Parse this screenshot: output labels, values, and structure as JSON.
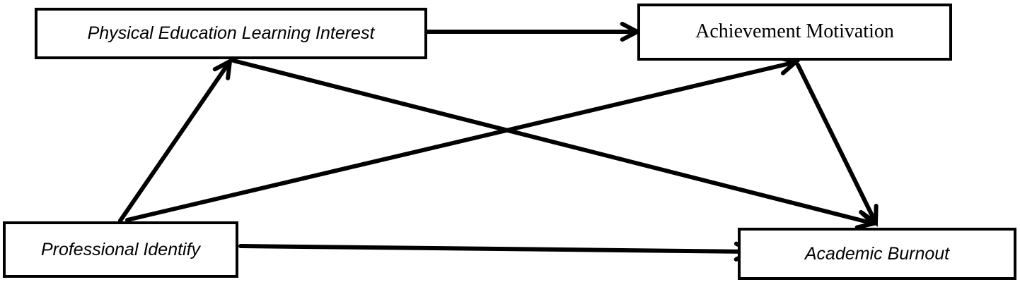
{
  "diagram": {
    "nodes": {
      "pe": {
        "label": "Physical Education Learning Interest"
      },
      "am": {
        "label": "Achievement Motivation"
      },
      "pi": {
        "label": "Professional Identify"
      },
      "ab": {
        "label": "Academic Burnout"
      }
    },
    "edges": [
      {
        "from": "pe",
        "to": "am"
      },
      {
        "from": "pi",
        "to": "pe"
      },
      {
        "from": "pi",
        "to": "am"
      },
      {
        "from": "pe",
        "to": "ab"
      },
      {
        "from": "am",
        "to": "ab"
      },
      {
        "from": "pi",
        "to": "ab"
      }
    ]
  }
}
